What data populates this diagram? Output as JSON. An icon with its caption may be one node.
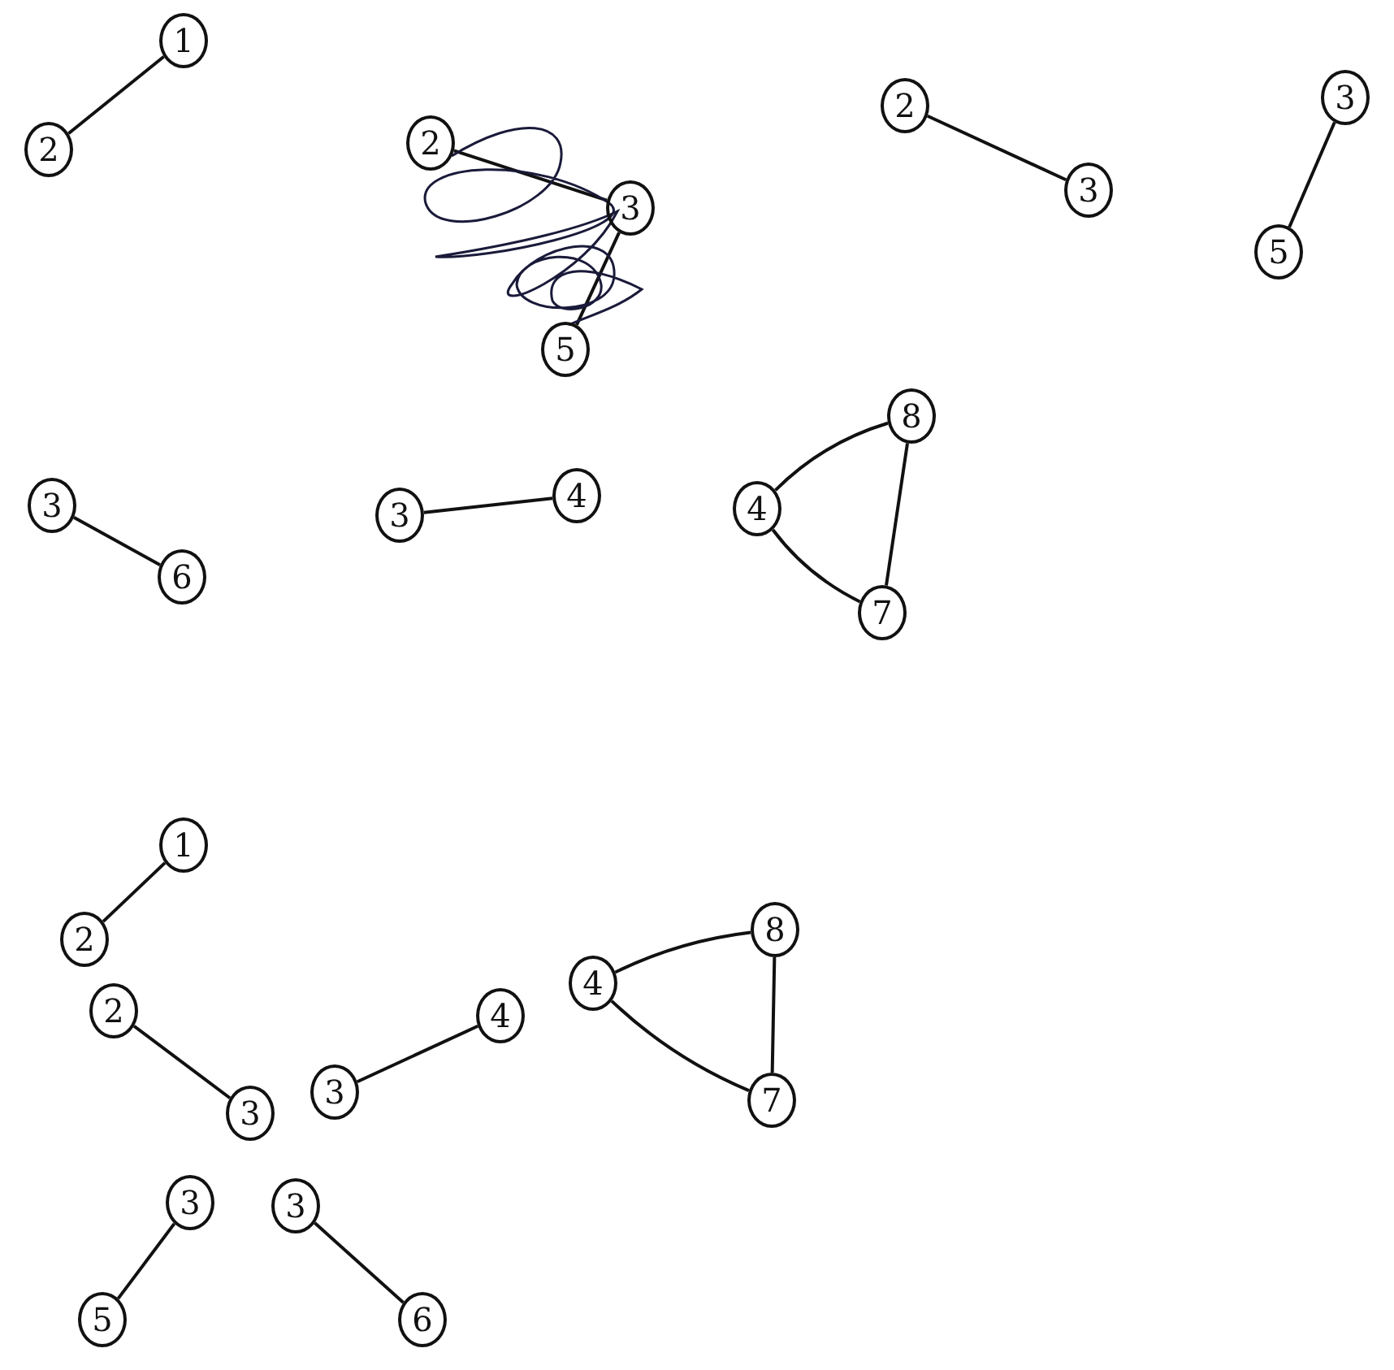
{
  "diagram": {
    "nodes": [
      {
        "text": [
          "1"
        ]
      },
      {
        "text": [
          "2"
        ]
      },
      {
        "text": [
          "2"
        ]
      },
      {
        "text": [
          "3"
        ]
      },
      {
        "text": [
          "5"
        ]
      },
      {
        "text": [
          "2"
        ]
      },
      {
        "text": [
          "3"
        ]
      },
      {
        "text": [
          "3"
        ]
      },
      {
        "text": [
          "5"
        ]
      },
      {
        "text": [
          "3"
        ]
      },
      {
        "text": [
          "6"
        ]
      },
      {
        "text": [
          "3"
        ]
      },
      {
        "text": [
          "4"
        ]
      },
      {
        "text": [
          "8"
        ]
      },
      {
        "text": [
          "4"
        ]
      },
      {
        "text": [
          "7"
        ]
      },
      {
        "text": [
          "1"
        ]
      },
      {
        "text": [
          "2"
        ]
      },
      {
        "text": [
          "2"
        ]
      },
      {
        "text": [
          "3"
        ]
      },
      {
        "text": [
          "3"
        ]
      },
      {
        "text": [
          "4"
        ]
      },
      {
        "text": [
          "4"
        ]
      },
      {
        "text": [
          "8"
        ]
      },
      {
        "text": [
          "7"
        ]
      },
      {
        "text": [
          "3"
        ]
      },
      {
        "text": [
          "5"
        ]
      },
      {
        "text": [
          "3"
        ]
      },
      {
        "text": [
          "6"
        ]
      }
    ],
    "edges": [
      {
        "from": 0,
        "to": 1,
        "arrow": "none"
      },
      {
        "from": 2,
        "to": 3,
        "arrow": "none"
      },
      {
        "from": 3,
        "to": 4,
        "arrow": "none"
      },
      {
        "from": 5,
        "to": 6,
        "arrow": "none"
      },
      {
        "from": 7,
        "to": 8,
        "arrow": "none"
      },
      {
        "from": 9,
        "to": 10,
        "arrow": "none"
      },
      {
        "from": 11,
        "to": 12,
        "arrow": "none"
      },
      {
        "from": 14,
        "to": 13,
        "arrow": "none"
      },
      {
        "from": 13,
        "to": 15,
        "arrow": "none"
      },
      {
        "from": 14,
        "to": 15,
        "arrow": "none"
      },
      {
        "from": 16,
        "to": 17,
        "arrow": "none"
      },
      {
        "from": 18,
        "to": 19,
        "arrow": "none"
      },
      {
        "from": 20,
        "to": 21,
        "arrow": "none"
      },
      {
        "from": 22,
        "to": 23,
        "arrow": "none"
      },
      {
        "from": 23,
        "to": 24,
        "arrow": "none"
      },
      {
        "from": 22,
        "to": 24,
        "arrow": "none"
      },
      {
        "from": 25,
        "to": 26,
        "arrow": "none"
      },
      {
        "from": 27,
        "to": 28,
        "arrow": "none"
      }
    ]
  }
}
